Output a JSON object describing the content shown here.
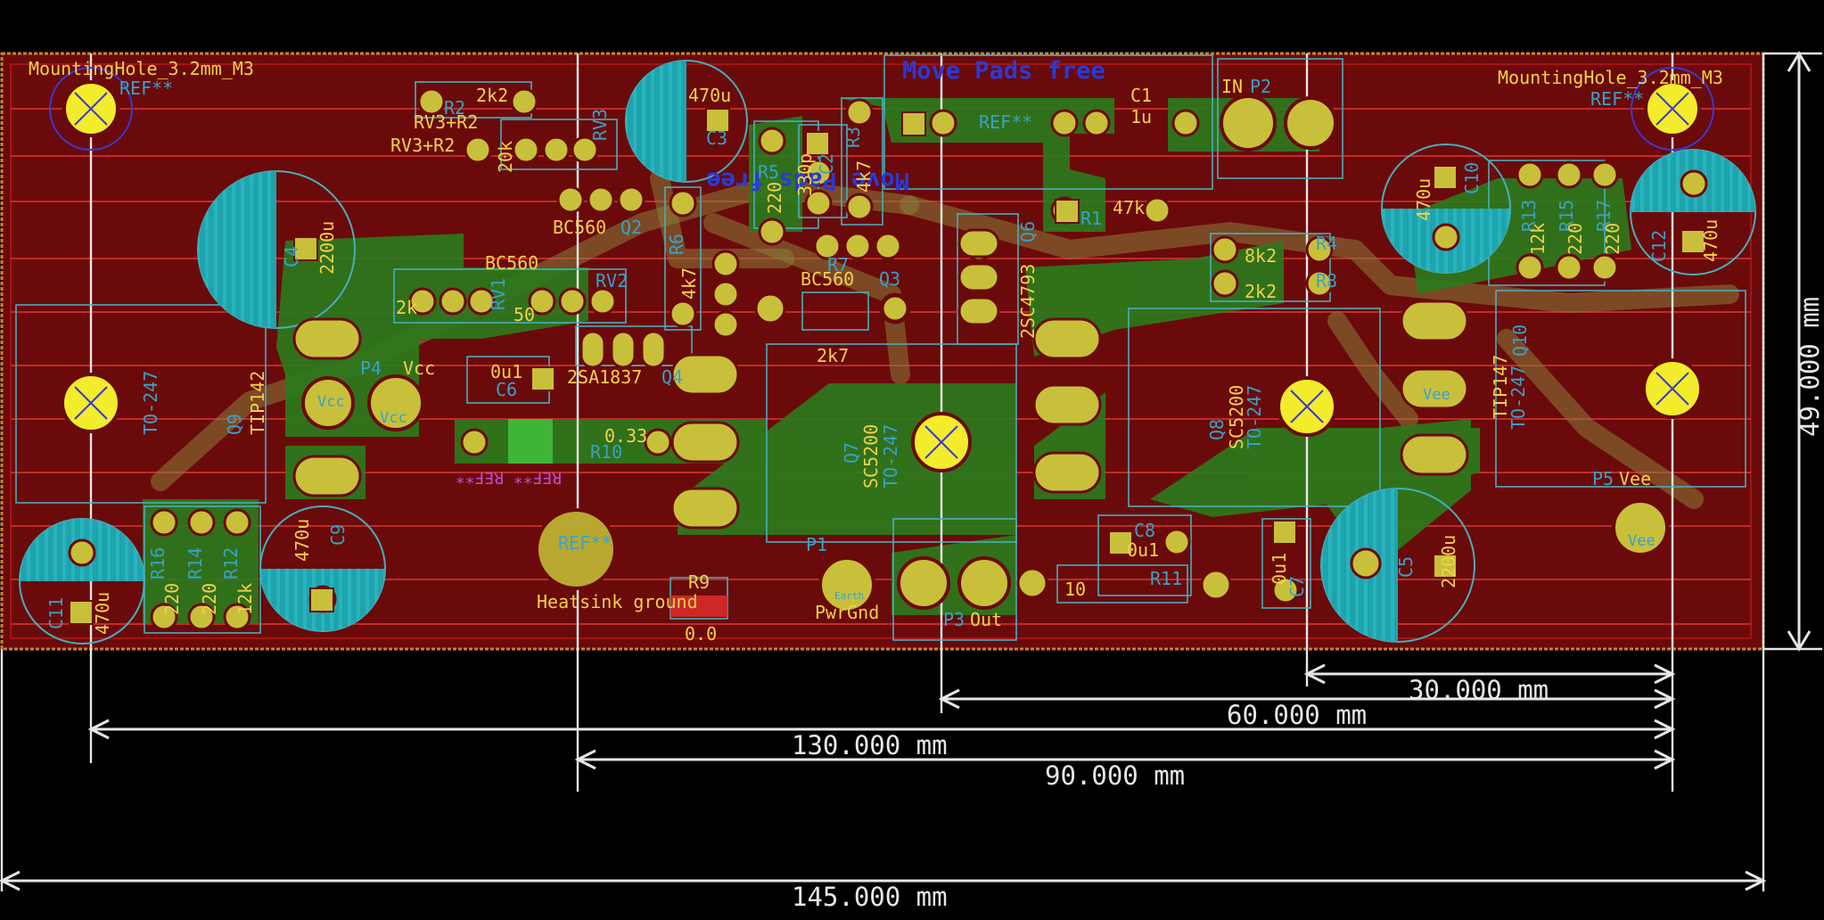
{
  "colors": {
    "background": "#000000",
    "board": "#6b0a0a",
    "copper_fill": "#2c7a1c",
    "silkscreen": "#f2d14b",
    "fabrication": "#37a2c9",
    "pad": "#c8c03a",
    "capacitor_fill": "#1fa3ad",
    "dimension": "#e6e6e6",
    "edge": "#d08030",
    "keepout_text": "#2a3ad6",
    "ref_text": "#c44ad6"
  },
  "board": {
    "mounting_holes": [
      {
        "name": "MountingHole_3.2mm_M3",
        "ref": "REF**"
      },
      {
        "name": "MountingHole_3.2mm_M3",
        "ref": "REF**"
      }
    ],
    "notes": {
      "move_pads_top": "Move Pads free",
      "move_pads_bottom": "Move Pads free",
      "ref_center": "REF**",
      "ref_mirror": "REF** REF**",
      "heatsink": "Heatsink ground",
      "heatsink_ref": "REF**"
    }
  },
  "components": {
    "rv3r2_value": "2k2",
    "r2": "R2",
    "rv3r2_a": "RV3+R2",
    "rv3r2_b": "RV3+R2",
    "rv3": "RV3",
    "rv3_value": "20k",
    "c3_value": "470u",
    "c3": "C3",
    "r5": "R5",
    "r5_value": "220",
    "c2_value": "330p",
    "c2": "C2",
    "r3": "R3",
    "r3_value": "4k7",
    "c1": "C1",
    "c1_value": "1u",
    "in_label": "IN",
    "p2": "P2",
    "r1_value": "47k",
    "r1": "R1",
    "c4": "C4",
    "c4_value": "2200u",
    "q2_type": "BC560",
    "q2": "Q2",
    "q1_type": "BC560",
    "rv1": "RV1",
    "rv1_value": "2k",
    "rv2": "RV2",
    "rv2_value": "50",
    "r6": "R6",
    "r6_value": "4k7",
    "r7": "R7",
    "q3_type": "BC560",
    "q3": "Q3",
    "q6_type": "2SC4793",
    "q6": "Q6",
    "r4": "R4",
    "r4_value": "8k2",
    "r8": "R8",
    "r8_value": "2k2",
    "c10_value": "470u",
    "c10": "C10",
    "r13": "R13",
    "r13_value": "12k",
    "r15": "R15",
    "r15_value": "220",
    "r17": "R17",
    "r17_value": "220",
    "c12": "C12",
    "c12_value": "470u",
    "q9_pkg": "TO-247",
    "q9": "Q9",
    "q9_type": "TIP142",
    "p4": "P4",
    "vcc": "Vcc",
    "vcc_pad_a": "Vcc",
    "vcc_pad_b": "Vcc",
    "c6": "C6",
    "c6_value": "0u1",
    "q4_type": "2SA1837",
    "q4": "Q4",
    "r10": "R10",
    "r10_value": "0.33",
    "r9_value": "2k7",
    "q7": "Q7",
    "q7_type": "SC5200",
    "q7_pkg": "TO-247",
    "q8": "Q8",
    "q8_type": "SC5200",
    "q8_pkg": "TO-247",
    "q10_pkg": "TO-247",
    "q10": "Q10",
    "q10_type": "TIP147",
    "vee_pad": "Vee",
    "p5": "P5",
    "vee": "Vee",
    "vee_pad_b": "Vee",
    "r16": "R16",
    "r16_value": "220",
    "r14": "R14",
    "r14_value": "220",
    "r12": "R12",
    "r12_value": "12k",
    "c9_value": "470u",
    "c9": "C9",
    "c11": "C11",
    "c11_value": "470u",
    "r9": "R9",
    "r9_smd_value": "0.0",
    "p1": "P1",
    "pwrgnd": "PwrGnd",
    "earth": "Earth",
    "p3": "P3",
    "out": "Out",
    "r11_value": "10",
    "r11": "R11",
    "c8": "C8",
    "c8_value": "0u1",
    "c7": "C7",
    "c7_value": "0u1",
    "c5": "C5",
    "c5_value": "2200u"
  },
  "dimensions": {
    "height": "49.000 mm",
    "d30": "30.000 mm",
    "d60": "60.000 mm",
    "d130": "130.000 mm",
    "d90": "90.000 mm",
    "d145": "145.000 mm"
  }
}
